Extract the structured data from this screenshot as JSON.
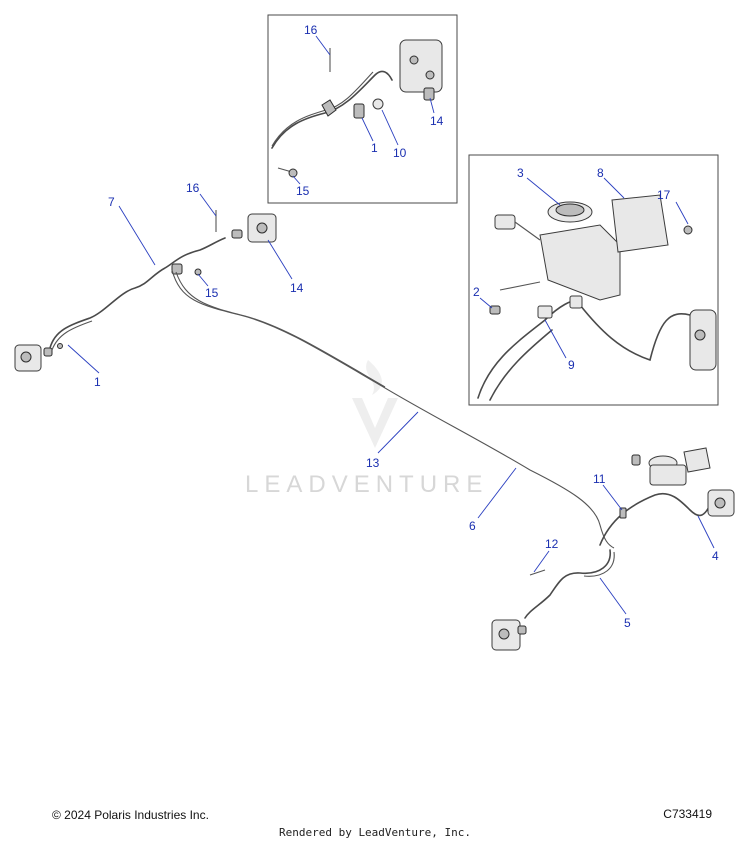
{
  "callouts": {
    "c1_main": "1",
    "c1_inset": "1",
    "c2": "2",
    "c3": "3",
    "c4": "4",
    "c5": "5",
    "c6": "6",
    "c7": "7",
    "c8": "8",
    "c9": "9",
    "c10": "10",
    "c11": "11",
    "c12": "12",
    "c13": "13",
    "c14_main": "14",
    "c14_inset": "14",
    "c15_main": "15",
    "c15_inset": "15",
    "c16_main": "16",
    "c16_inset": "16",
    "c17": "17"
  },
  "watermark": "LEADVENTURE",
  "footer": {
    "copyright": "© 2024 Polaris Industries Inc.",
    "diagram_code": "C733419",
    "rendered_by": "Rendered by LeadVenture, Inc."
  },
  "colors": {
    "callout": "#1a2fb0",
    "line_art": "#4a4a4a",
    "watermark": "#d7d7d7"
  }
}
